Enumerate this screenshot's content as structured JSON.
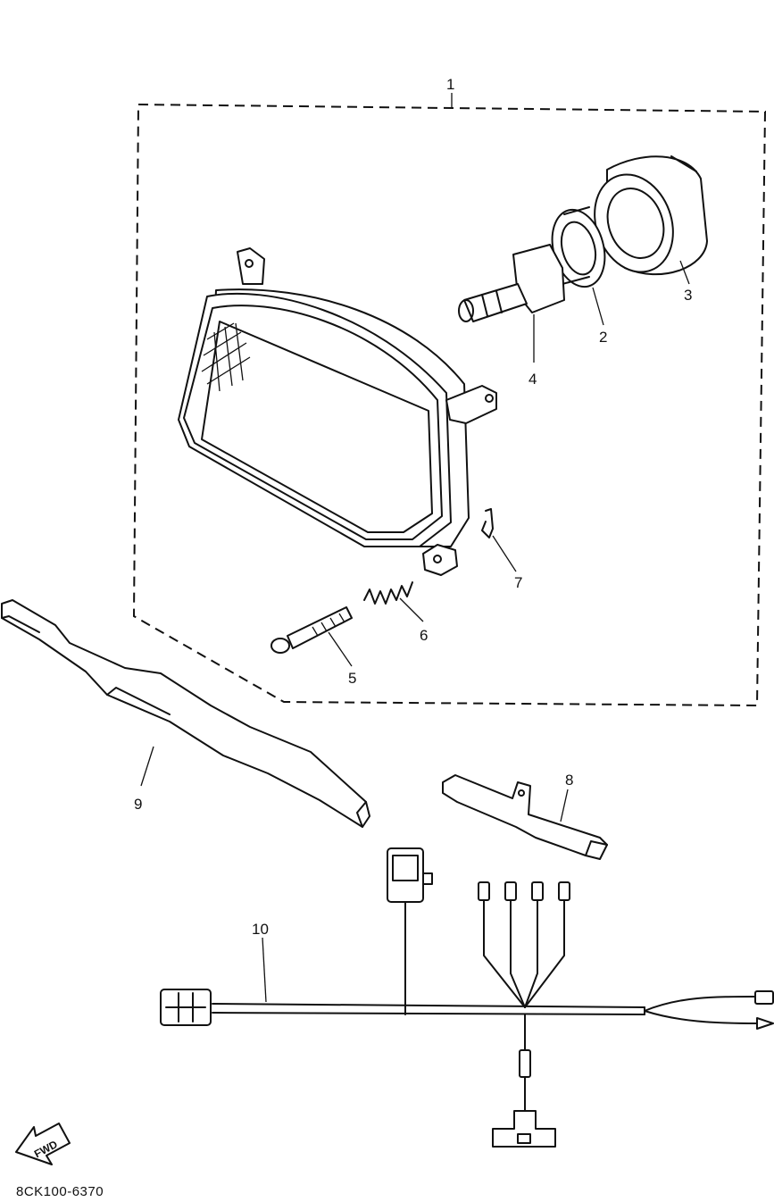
{
  "callouts": {
    "c1": "1",
    "c2": "2",
    "c3": "3",
    "c4": "4",
    "c5": "5",
    "c6": "6",
    "c7": "7",
    "c8": "8",
    "c9": "9",
    "c10": "10"
  },
  "fwd_label": "FWD",
  "diagram_code": "8CK100-6370"
}
